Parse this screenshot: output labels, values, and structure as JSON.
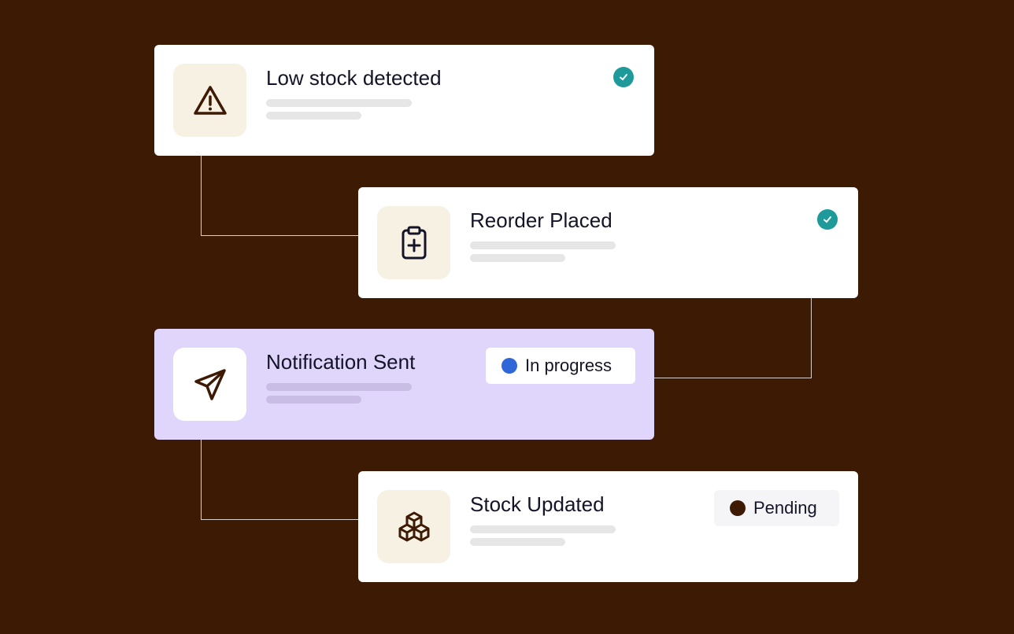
{
  "steps": [
    {
      "title": "Low stock detected",
      "icon": "warning-icon",
      "status": "done"
    },
    {
      "title": "Reorder Placed",
      "icon": "clipboard-plus-icon",
      "status": "done"
    },
    {
      "title": "Notification Sent",
      "icon": "send-icon",
      "status": "In progress"
    },
    {
      "title": "Stock Updated",
      "icon": "boxes-icon",
      "status": "Pending"
    }
  ],
  "colors": {
    "background": "#3d1a04",
    "done": "#1e9a9a",
    "in_progress": "#2f67d8",
    "pending": "#3d1a04",
    "active_card": "#e0d5fb"
  }
}
